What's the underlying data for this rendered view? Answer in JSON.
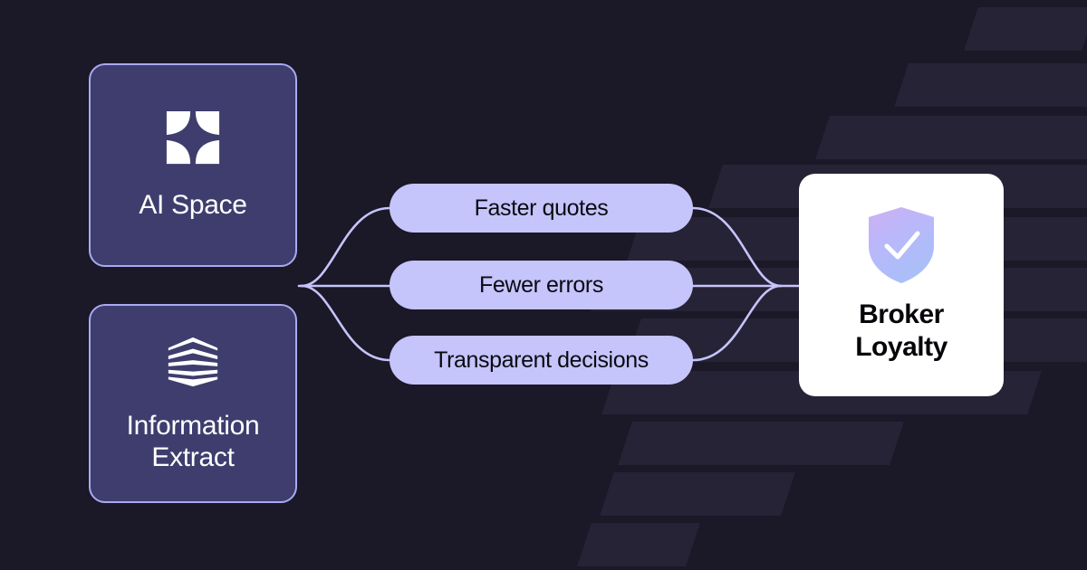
{
  "theme": {
    "background": "#1b1827",
    "stripe": "#272336",
    "card_fill": "#3e3d6d",
    "card_border": "#a9a9f2",
    "pill_fill": "#c5c4fb",
    "pill_text": "#0a0a12",
    "connector": "#c5c4fb",
    "outcome_fill": "#ffffff",
    "outcome_text": "#05050a",
    "shield_gradient_start": "#cdb6f5",
    "shield_gradient_mid": "#b9b4fa",
    "shield_gradient_end": "#a9bdf7"
  },
  "sources": [
    {
      "id": "ai-space",
      "label": "AI Space",
      "icon": "four-quadrant-star-icon"
    },
    {
      "id": "information-extract",
      "label": "Information\nExtract",
      "icon": "stacked-layers-icon"
    }
  ],
  "benefits": [
    {
      "id": "faster-quotes",
      "label": "Faster quotes"
    },
    {
      "id": "fewer-errors",
      "label": "Fewer errors"
    },
    {
      "id": "transparent-decisions",
      "label": "Transparent decisions"
    }
  ],
  "outcome": {
    "id": "broker-loyalty",
    "label": "Broker\nLoyalty",
    "icon": "shield-check-icon"
  },
  "chart_data": {
    "type": "diagram",
    "title": "",
    "layout": "two sources converge to three benefits which converge to one outcome",
    "nodes": [
      {
        "group": "source",
        "label": "AI Space"
      },
      {
        "group": "source",
        "label": "Information Extract"
      },
      {
        "group": "benefit",
        "label": "Faster quotes"
      },
      {
        "group": "benefit",
        "label": "Fewer errors"
      },
      {
        "group": "benefit",
        "label": "Transparent decisions"
      },
      {
        "group": "outcome",
        "label": "Broker Loyalty"
      }
    ],
    "edges": [
      {
        "from": "AI Space",
        "to": "Faster quotes"
      },
      {
        "from": "AI Space",
        "to": "Fewer errors"
      },
      {
        "from": "AI Space",
        "to": "Transparent decisions"
      },
      {
        "from": "Information Extract",
        "to": "Faster quotes"
      },
      {
        "from": "Information Extract",
        "to": "Fewer errors"
      },
      {
        "from": "Information Extract",
        "to": "Transparent decisions"
      },
      {
        "from": "Faster quotes",
        "to": "Broker Loyalty"
      },
      {
        "from": "Fewer errors",
        "to": "Broker Loyalty"
      },
      {
        "from": "Transparent decisions",
        "to": "Broker Loyalty"
      }
    ]
  }
}
